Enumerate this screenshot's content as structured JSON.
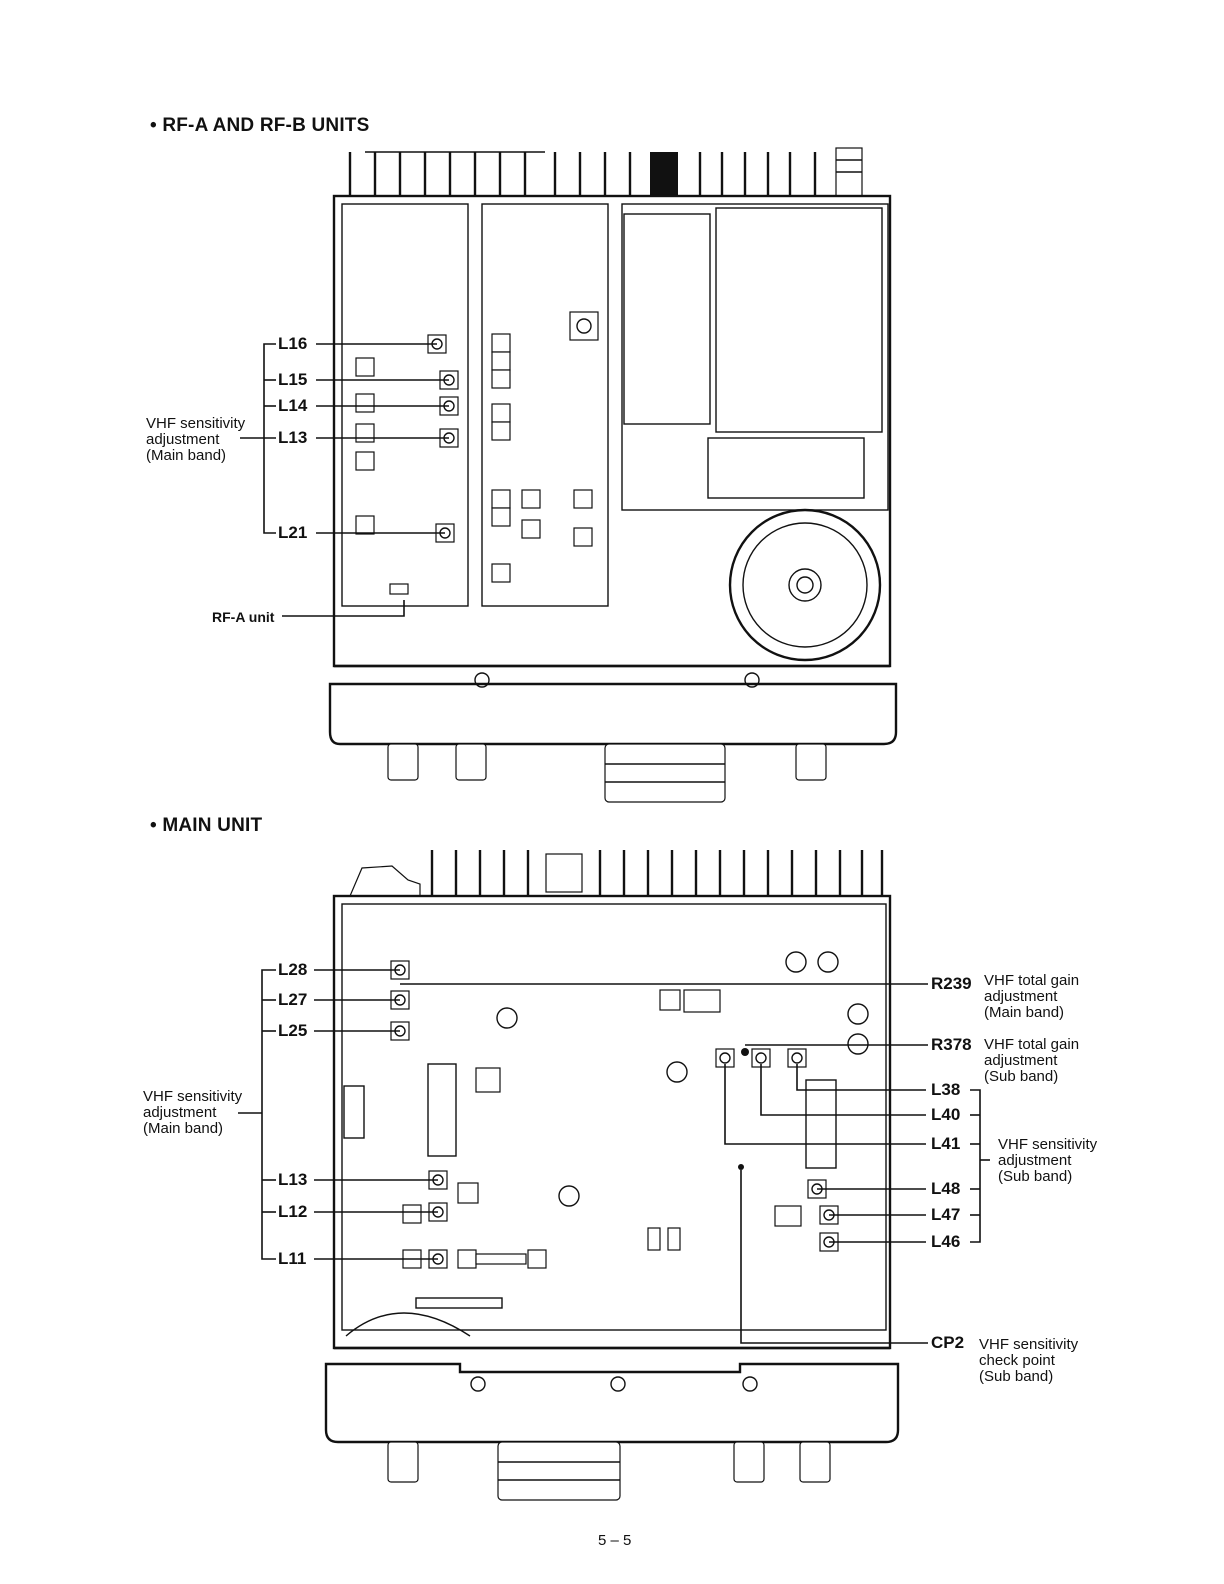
{
  "sections": {
    "rf_title": "• RF-A AND RF-B UNITS",
    "main_title": "• MAIN UNIT"
  },
  "rf": {
    "coils": [
      "L16",
      "L15",
      "L14",
      "L13",
      "L21"
    ],
    "note": [
      "VHF sensitivity",
      "adjustment",
      "(Main band)"
    ],
    "unit_label": "RF-A unit"
  },
  "main": {
    "left_coils": [
      "L28",
      "L27",
      "L25",
      "L13",
      "L12",
      "L11"
    ],
    "left_note": [
      "VHF sensitivity",
      "adjustment",
      "(Main band)"
    ],
    "r239": {
      "ref": "R239",
      "note": [
        "VHF total gain",
        "adjustment",
        "(Main band)"
      ]
    },
    "r378": {
      "ref": "R378",
      "note": [
        "VHF total gain",
        "adjustment",
        "(Sub band)"
      ]
    },
    "right_coils": [
      "L38",
      "L40",
      "L41",
      "L48",
      "L47",
      "L46"
    ],
    "right_note": [
      "VHF sensitivity",
      "adjustment",
      "(Sub band)"
    ],
    "cp2": {
      "ref": "CP2",
      "note": [
        "VHF sensitivity",
        "check point",
        "(Sub band)"
      ]
    }
  },
  "page_number": "5 – 5"
}
